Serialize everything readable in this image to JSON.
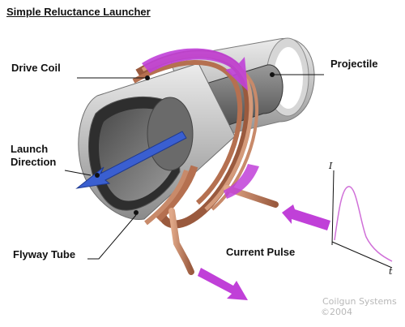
{
  "title": "Simple Reluctance Launcher",
  "labels": {
    "drive_coil": "Drive Coil",
    "projectile": "Projectile",
    "launch_direction_line1": "Launch",
    "launch_direction_line2": "Direction",
    "flyway_tube": "Flyway Tube",
    "current_pulse": "Current Pulse"
  },
  "graph": {
    "y_axis_label": "I",
    "x_axis_label": "t"
  },
  "credit": {
    "line1": "Coilgun Systems",
    "line2": "©2004"
  },
  "colors": {
    "coil": "#c88a6a",
    "coil_dark": "#9a5a3e",
    "tube": "#cfcfcf",
    "tube_dark": "#6e6e6e",
    "magenta": "#c040d8",
    "launch_arrow": "#3a5fd0",
    "curve": "#d070d8"
  }
}
